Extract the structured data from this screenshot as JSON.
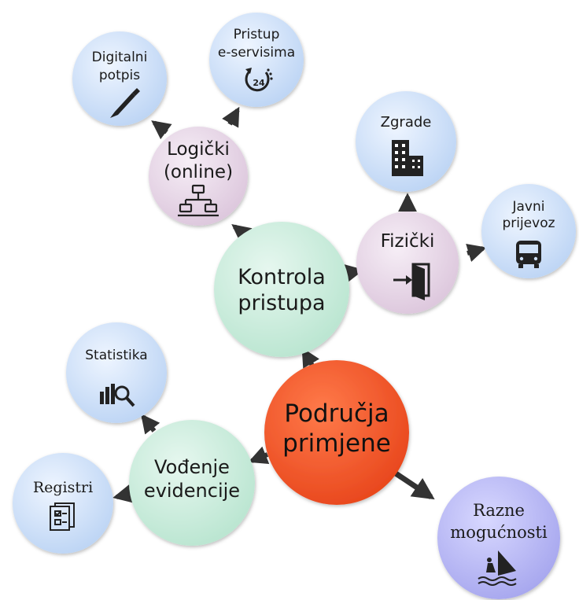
{
  "center": {
    "line1": "Područja",
    "line2": "primjene",
    "fill": "#f25a2c"
  },
  "kontrola": {
    "line1": "Kontrola",
    "line2": "pristupa",
    "fill": "#c9ecdc"
  },
  "logicki": {
    "line1": "Logički",
    "line2": "(online)",
    "fill": "#eadbe9",
    "icon": "network-icon"
  },
  "fizicki": {
    "line1": "Fizički",
    "fill": "#eadbe9",
    "icon": "door-exit-icon"
  },
  "digitalni": {
    "line1": "Digitalni",
    "line2": "potpis",
    "fill": "#cfe1f7",
    "icon": "pen-icon"
  },
  "pristup": {
    "line1": "Pristup",
    "line2": "e-servisima",
    "fill": "#cfe1f7",
    "icon": "clock-24-icon"
  },
  "zgrade": {
    "line1": "Zgrade",
    "fill": "#cfe1f7",
    "icon": "building-icon"
  },
  "javni": {
    "line1": "Javni",
    "line2": "prijevoz",
    "fill": "#cfe1f7",
    "icon": "bus-icon"
  },
  "vodenje": {
    "line1": "Vođenje",
    "line2": "evidencije",
    "fill": "#c9ecdc"
  },
  "statistika": {
    "line1": "Statistika",
    "fill": "#cfe1f7",
    "icon": "statistics-search-icon"
  },
  "registri": {
    "line1": "Registri",
    "fill": "#cfe1f7",
    "icon": "document-form-icon"
  },
  "razne": {
    "line1": "Razne",
    "line2": "mogućnosti",
    "fill": "#b9b9f2",
    "icon": "windsurfing-icon"
  }
}
